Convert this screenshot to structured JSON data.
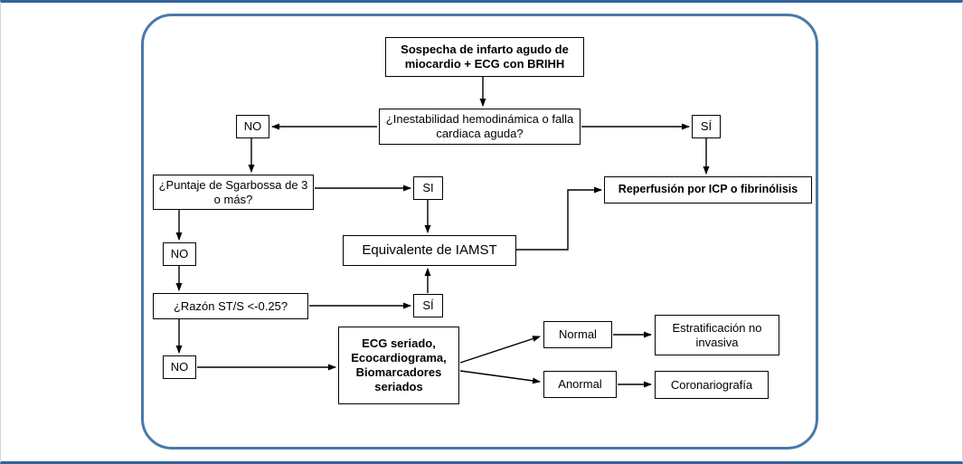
{
  "diagram": {
    "type": "flowchart",
    "language": "es",
    "nodes": {
      "start": "Sospecha de infarto agudo de miocardio + ECG con BRIHH",
      "instability_question": "¿Inestabilidad hemodinámica o falla cardiaca aguda?",
      "no_1": "NO",
      "si_1": "SÍ",
      "reperfusion": "Reperfusión por ICP o fibrinólisis",
      "sgarbossa_question": "¿Puntaje de Sgarbossa de 3 o más?",
      "si_2": "SI",
      "stemi_equivalent": "Equivalente de IAMST",
      "no_2": "NO",
      "st_ratio_question": "¿Razón ST/S <-0.25?",
      "si_3": "SÍ",
      "no_3": "NO",
      "serial_workup": "ECG seriado, Ecocardiograma, Biomarcadores seriados",
      "normal": "Normal",
      "abnormal": "Anormal",
      "noninvasive_stratification": "Estratificación no invasiva",
      "coronary_angiography": "Coronariografía"
    },
    "colors": {
      "frame_border": "#4b79a8",
      "page_rule": "#31639c",
      "box_border": "#000000",
      "text": "#000000",
      "background": "#ffffff"
    }
  }
}
